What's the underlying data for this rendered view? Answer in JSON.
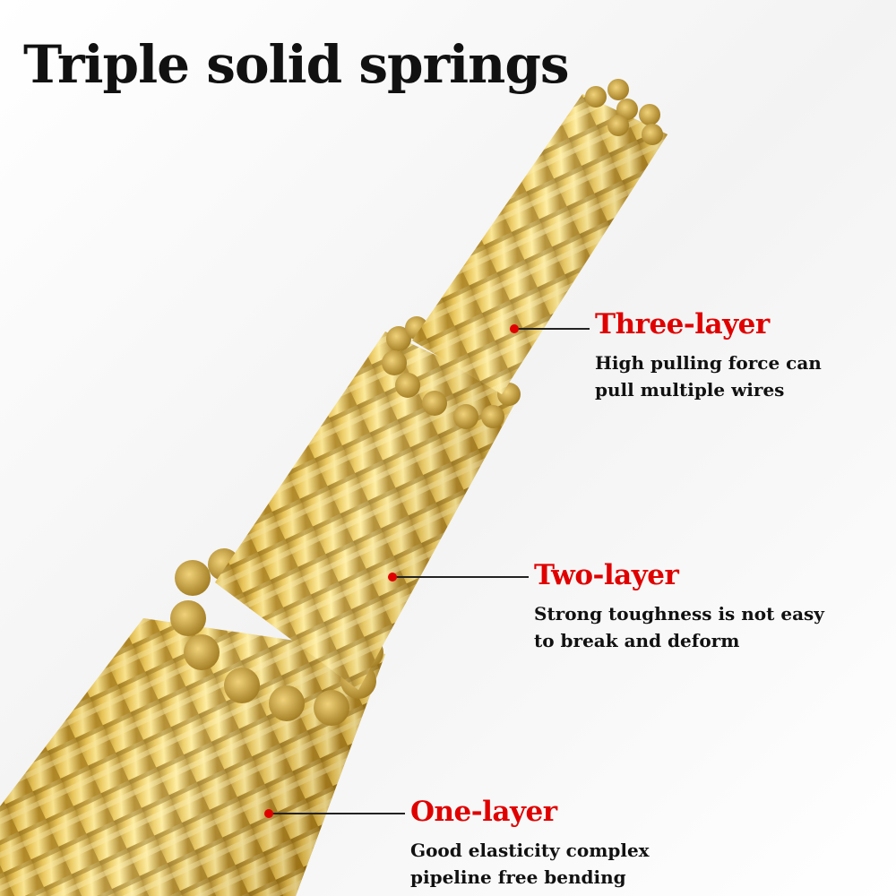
{
  "title": "Triple solid springs",
  "callouts": [
    {
      "heading": "Three-layer",
      "description": "High pulling force can\npull multiple wires"
    },
    {
      "heading": "Two-layer",
      "description": "Strong toughness is not easy\nto break and deform"
    },
    {
      "heading": "One-layer",
      "description": "Good elasticity complex\npipeline free bending"
    }
  ],
  "colors": {
    "accent": "#e00000",
    "text": "#111111",
    "gold": "#d4a93a"
  }
}
